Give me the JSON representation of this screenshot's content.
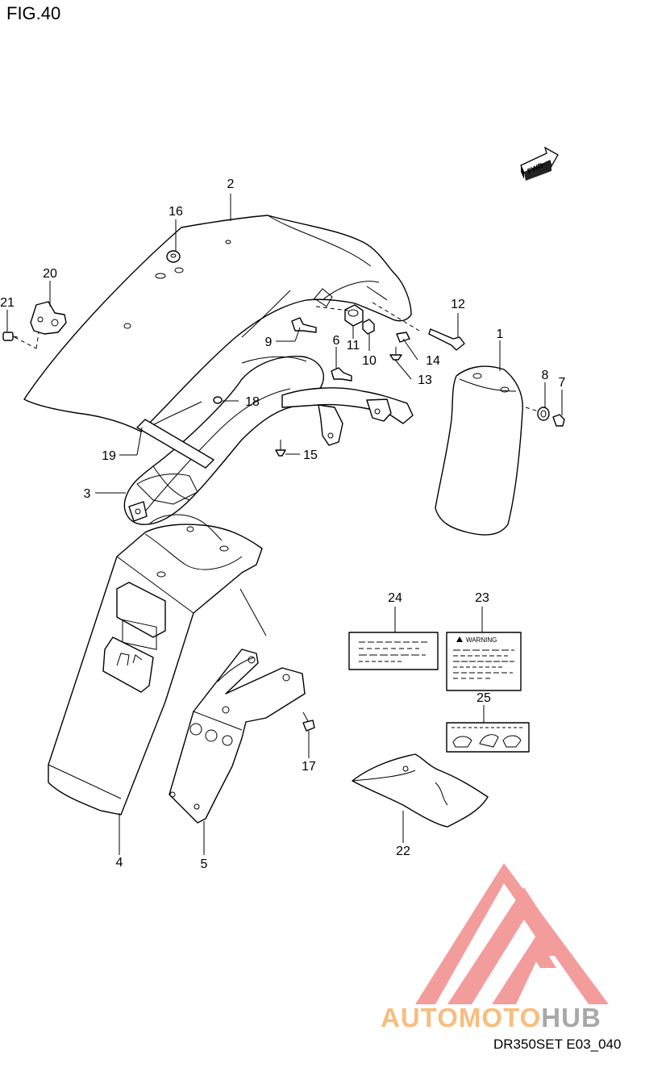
{
  "figure": {
    "title": "FIG.40",
    "code": "DR350SET E03_040"
  },
  "direction_badge": "FWD",
  "warning_label_text": "WARNING",
  "callouts": [
    {
      "id": "1",
      "label": "1"
    },
    {
      "id": "2",
      "label": "2"
    },
    {
      "id": "3",
      "label": "3"
    },
    {
      "id": "4",
      "label": "4"
    },
    {
      "id": "5",
      "label": "5"
    },
    {
      "id": "6",
      "label": "6"
    },
    {
      "id": "7",
      "label": "7"
    },
    {
      "id": "8",
      "label": "8"
    },
    {
      "id": "9",
      "label": "9"
    },
    {
      "id": "10",
      "label": "10"
    },
    {
      "id": "11",
      "label": "11"
    },
    {
      "id": "12",
      "label": "12"
    },
    {
      "id": "13",
      "label": "13"
    },
    {
      "id": "14",
      "label": "14"
    },
    {
      "id": "15",
      "label": "15"
    },
    {
      "id": "16",
      "label": "16"
    },
    {
      "id": "17",
      "label": "17"
    },
    {
      "id": "18",
      "label": "18"
    },
    {
      "id": "19",
      "label": "19"
    },
    {
      "id": "20",
      "label": "20"
    },
    {
      "id": "21",
      "label": "21"
    },
    {
      "id": "22",
      "label": "22"
    },
    {
      "id": "23",
      "label": "23"
    },
    {
      "id": "24",
      "label": "24"
    },
    {
      "id": "25",
      "label": "25"
    }
  ],
  "watermark": {
    "text_part1": "AUTO",
    "text_part2": "MOTO",
    "text_part3": "HUB",
    "colors": {
      "logo_red": "#f28b8b",
      "text_orange": "#f7b267",
      "text_gray": "#9a9a9a"
    }
  }
}
